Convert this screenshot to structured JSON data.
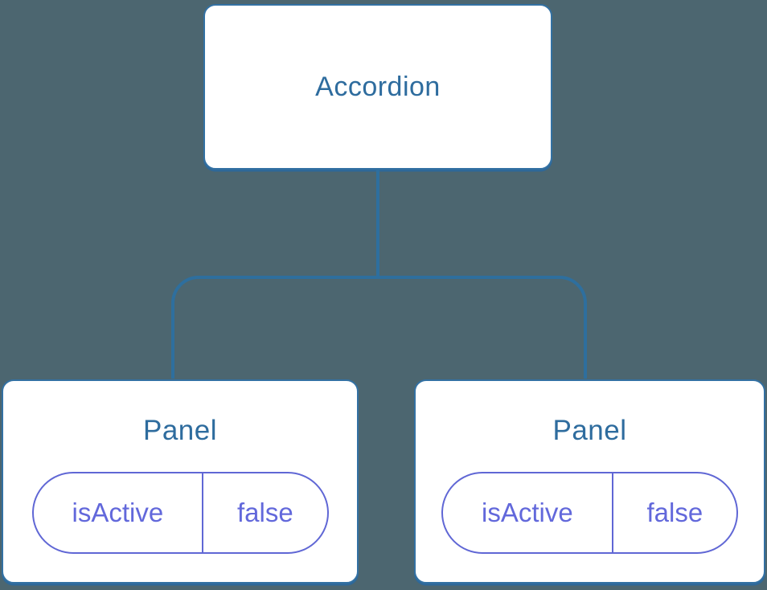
{
  "tree": {
    "root": {
      "label": "Accordion"
    },
    "children": [
      {
        "label": "Panel",
        "state": {
          "key": "isActive",
          "value": "false"
        }
      },
      {
        "label": "Panel",
        "state": {
          "key": "isActive",
          "value": "false"
        }
      }
    ]
  },
  "colors": {
    "background": "#4C6670",
    "node_border": "#3371A3",
    "node_shadow": "#2E6899",
    "node_title_text": "#2E6C9E",
    "connector_line": "#2E6F9E",
    "state_pill": "#6067D5"
  }
}
